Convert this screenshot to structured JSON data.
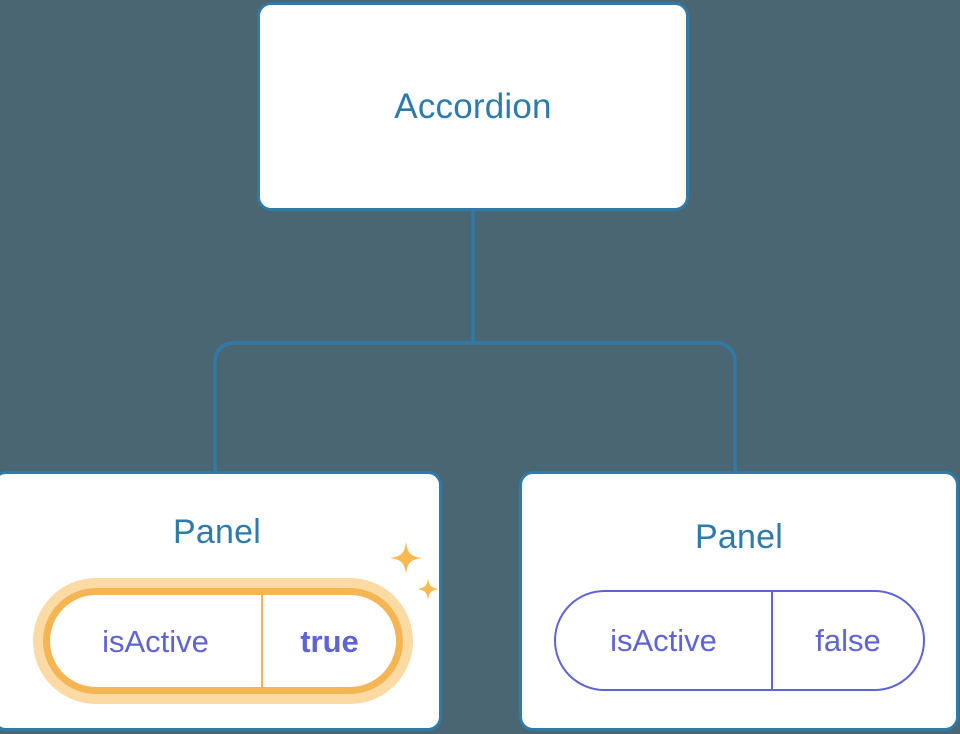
{
  "diagram": {
    "type": "component-tree",
    "background_color": "#4a6672",
    "accent_color": "#2f7aa8",
    "prop_text_color": "#5e64d4",
    "highlight_color": "#f5b553",
    "highlight_glow_color": "#fbdaa4"
  },
  "root": {
    "title": "Accordion"
  },
  "children": [
    {
      "title": "Panel",
      "prop": {
        "key": "isActive",
        "value": "true",
        "highlighted": true,
        "sparkle": true
      }
    },
    {
      "title": "Panel",
      "prop": {
        "key": "isActive",
        "value": "false",
        "highlighted": false,
        "sparkle": false
      }
    }
  ],
  "icons": {
    "sparkle_large": "sparkle-icon",
    "sparkle_small": "sparkle-small-icon"
  }
}
